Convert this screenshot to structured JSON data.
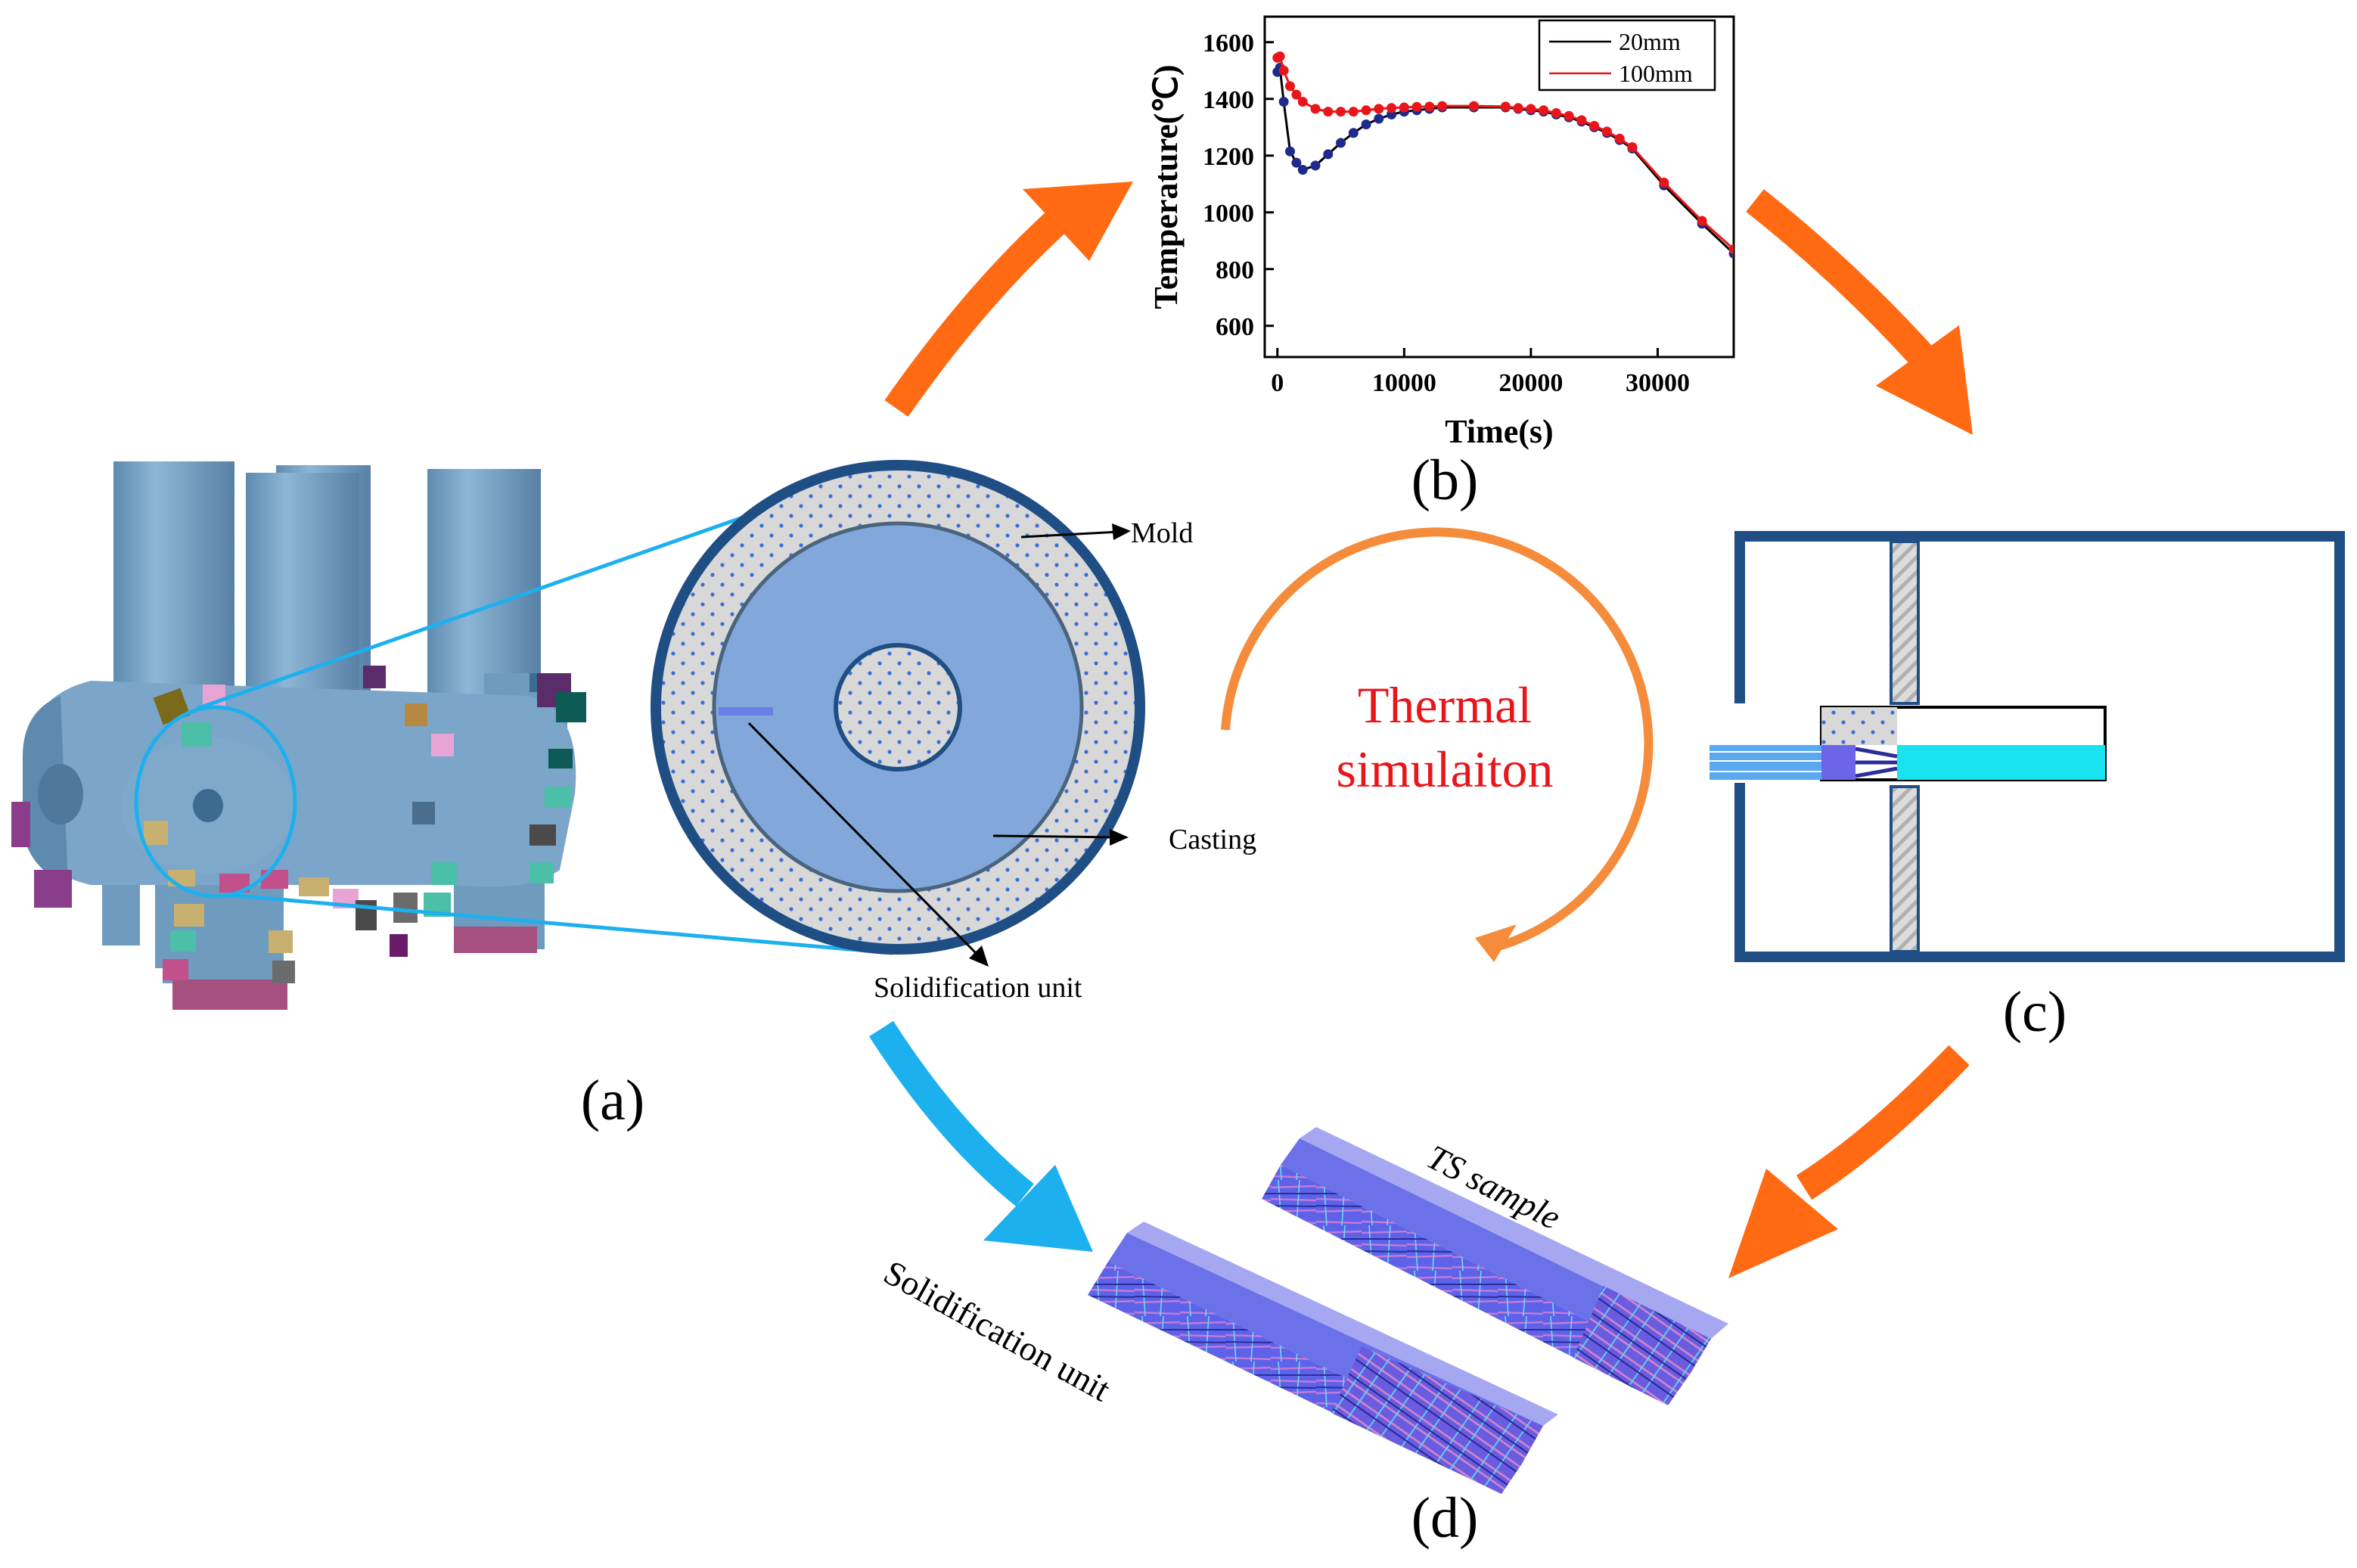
{
  "colors": {
    "orange": "#FF6A13",
    "light_orange": "#F58C3C",
    "cyan_arrow": "#1CB0EE",
    "steel_blue": "#6E9BBE",
    "navy": "#1F4E85",
    "casting_blue": "#82A8DB",
    "mold_fill": "#D7D7D7",
    "thermal_red": "#E8161B",
    "series_20mm": "#000000",
    "series_100mm": "#E8161B",
    "marker_20mm": "#1E2A8C",
    "cyan_fill": "#19E3F0"
  },
  "panel_labels": {
    "a": "(a)",
    "b": "(b)",
    "c": "(c)",
    "d": "(d)"
  },
  "cross_section": {
    "mold": "Mold",
    "casting": "Casting",
    "solidification_unit": "Solidification unit"
  },
  "center_text": {
    "line1": "Thermal",
    "line2": "simulaiton"
  },
  "samples": {
    "ts_sample": "TS sample",
    "solidification_unit": "Solidification unit"
  },
  "chart_data": {
    "type": "line",
    "xlabel": "Time(s)",
    "ylabel": "Temperature(℃)",
    "xlim": [
      -1000,
      36000
    ],
    "ylim": [
      490,
      1690
    ],
    "x_ticks": [
      0,
      10000,
      20000,
      30000
    ],
    "y_ticks": [
      600,
      800,
      1000,
      1200,
      1400,
      1600
    ],
    "legend_position": "top-right",
    "series": [
      {
        "name": "20mm",
        "color": "#000000",
        "marker_color": "#1E2A8C",
        "x": [
          0,
          200,
          500,
          1000,
          1500,
          2000,
          3000,
          4000,
          5000,
          6000,
          7000,
          8000,
          9000,
          10000,
          11000,
          12000,
          13000,
          15500,
          18000,
          19000,
          20000,
          21000,
          22000,
          23000,
          24000,
          25000,
          26000,
          27000,
          28000,
          30500,
          33500,
          36000
        ],
        "y": [
          1495,
          1510,
          1390,
          1215,
          1175,
          1150,
          1165,
          1205,
          1245,
          1280,
          1310,
          1330,
          1345,
          1355,
          1360,
          1365,
          1370,
          1370,
          1370,
          1365,
          1360,
          1355,
          1345,
          1335,
          1320,
          1300,
          1280,
          1255,
          1225,
          1095,
          960,
          855
        ]
      },
      {
        "name": "100mm",
        "color": "#E8161B",
        "marker_color": "#E8161B",
        "x": [
          0,
          200,
          500,
          1000,
          1500,
          2000,
          3000,
          4000,
          5000,
          6000,
          7000,
          8000,
          9000,
          10000,
          11000,
          12000,
          13000,
          15500,
          18000,
          19000,
          20000,
          21000,
          22000,
          23000,
          24000,
          25000,
          26000,
          27000,
          28000,
          30500,
          33500,
          36000
        ],
        "y": [
          1545,
          1550,
          1500,
          1445,
          1415,
          1390,
          1365,
          1355,
          1355,
          1355,
          1360,
          1365,
          1368,
          1370,
          1372,
          1373,
          1375,
          1375,
          1373,
          1368,
          1365,
          1360,
          1350,
          1340,
          1325,
          1305,
          1285,
          1260,
          1230,
          1105,
          970,
          870
        ]
      }
    ]
  }
}
